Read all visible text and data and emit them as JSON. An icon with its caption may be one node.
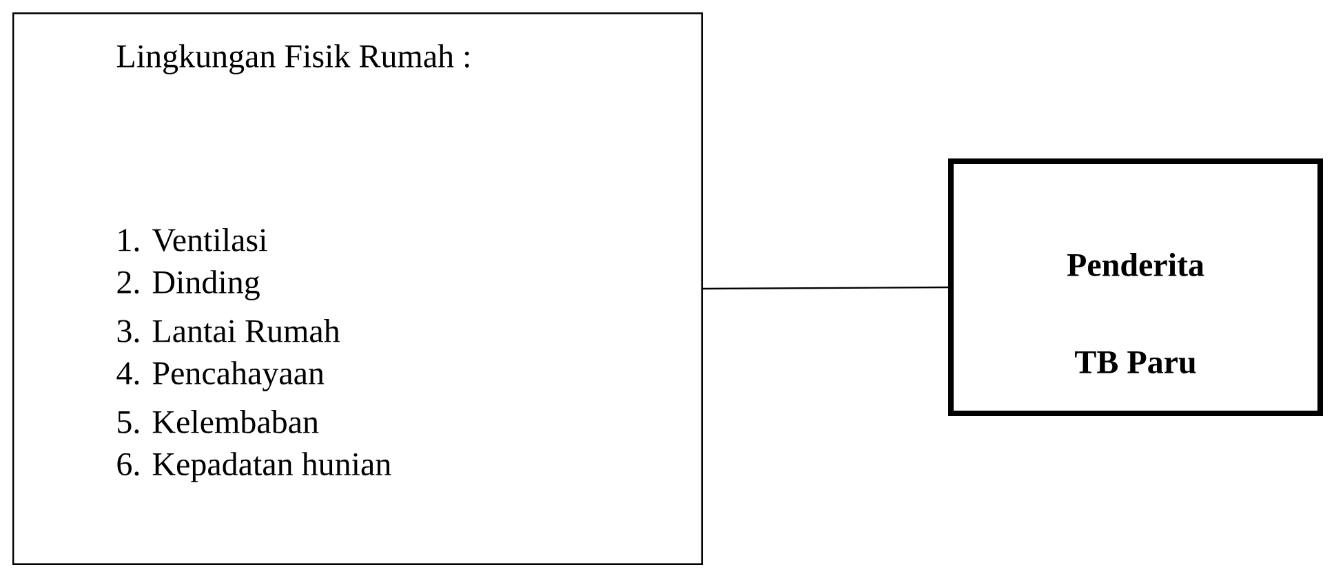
{
  "diagram": {
    "nodes": [
      {
        "text": [
          "Lingkungan Fisik Rumah :",
          "1. Ventilasi",
          "2. Dinding",
          "3. Lantai Rumah",
          "4. Pencahayaan",
          "5. Kelembaban",
          "6. Kepadatan hunian"
        ]
      },
      {
        "text": [
          "Penderita",
          "TB Paru"
        ]
      }
    ],
    "edges": [
      {
        "from": 0,
        "to": 1,
        "arrow": "none"
      }
    ]
  }
}
